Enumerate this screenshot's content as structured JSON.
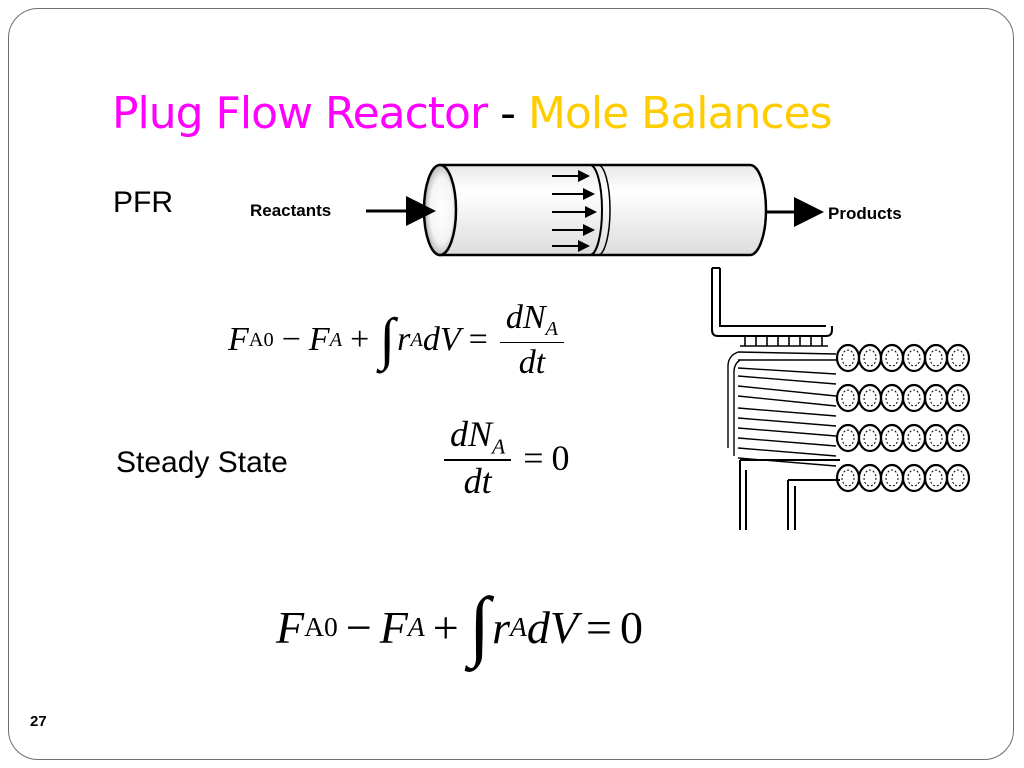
{
  "title": {
    "part_a": "Plug Flow Reactor",
    "separator": "-",
    "part_b": "Mole Balances",
    "color_a": "#ff00ff",
    "color_b": "#ffcc00"
  },
  "labels": {
    "pfr": "PFR",
    "steady_state": "Steady State"
  },
  "diagram": {
    "reactants": "Reactants",
    "products": "Products"
  },
  "equations": {
    "F": "F",
    "A0": "A0",
    "A": "A",
    "r": "r",
    "dV": "dV",
    "dN": "dN",
    "dt": "dt",
    "minus": "−",
    "plus": "+",
    "equals": "=",
    "zero": "0",
    "integral": "∫"
  },
  "page_number": "27"
}
